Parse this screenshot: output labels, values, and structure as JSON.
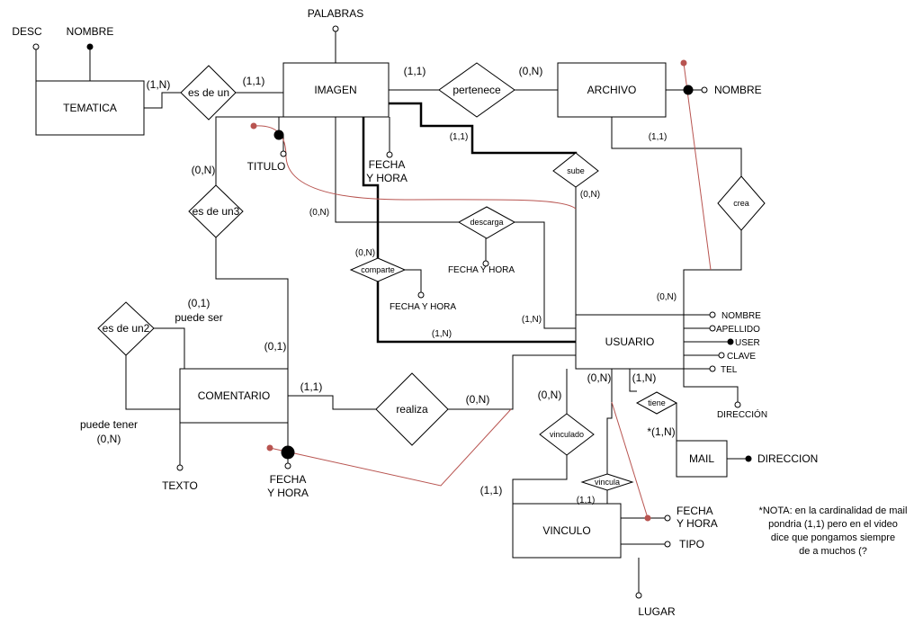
{
  "entities": {
    "tematica": "TEMATICA",
    "imagen": "IMAGEN",
    "archivo": "ARCHIVO",
    "usuario": "USUARIO",
    "comentario": "COMENTARIO",
    "mail": "MAIL",
    "vinculo": "VINCULO"
  },
  "relationships": {
    "es_de_un": "es de un",
    "pertenece": "pertenece",
    "sube": "sube",
    "crea": "crea",
    "es_de_un3": "es de un3",
    "descarga": "descarga",
    "comparte": "comparte",
    "es_de_un2": "es de un2",
    "realiza": "realiza",
    "tiene": "tiene",
    "vinculado": "vinculado",
    "vincula": "vincula"
  },
  "attributes": {
    "desc": "DESC",
    "nombre_tematica": "NOMBRE",
    "palabras": "PALABRAS",
    "titulo": "TITULO",
    "fecha_hora_imagen": [
      "FECHA",
      "Y HORA"
    ],
    "nombre_archivo": "NOMBRE",
    "fecha_hora_descarga": "FECHA Y HORA",
    "fecha_hora_comparte": "FECHA Y HORA",
    "usuario_nombre": "NOMBRE",
    "usuario_apellido": "APELLIDO",
    "usuario_user": "USER",
    "usuario_clave": "CLAVE",
    "usuario_tel": "TEL",
    "usuario_direccion": "DIRECCIÓN",
    "mail_direccion": "DIRECCION",
    "texto": "TEXTO",
    "fecha_hora_comentario": [
      "FECHA",
      "Y HORA"
    ],
    "fecha_hora_vinculo": [
      "FECHA",
      "Y HORA"
    ],
    "tipo": "TIPO",
    "lugar": "LUGAR"
  },
  "cardinalities": {
    "tematica_es_de_un": "(1,N)",
    "imagen_es_de_un": "(1,1)",
    "imagen_pertenece": "(1,1)",
    "archivo_pertenece": "(0,N)",
    "imagen_sube": "(1,1)",
    "usuario_sube": "(0,N)",
    "archivo_crea": "(1,1)",
    "usuario_crea": "(0,N)",
    "imagen_es_de_un3": "(0,N)",
    "imagen_descarga": "(0,N)",
    "imagen_comparte": "(0,N)",
    "usuario_descarga": "(1,N)",
    "usuario_comparte": "(1,N)",
    "comentario_es_de_un3": "(0,1)",
    "comentario_es_de_un3_note": "puede ser",
    "comentario_upper": "(0,1)",
    "comentario_es_de_un2_note": "puede tener",
    "comentario_es_de_un2": "(0,N)",
    "comentario_realiza": "(1,1)",
    "usuario_realiza": "(0,N)",
    "usuario_vinculado": "(0,N)",
    "usuario_vincula": "(0,N)",
    "usuario_tiene": "(1,N)",
    "mail_tiene": "*(1,N)",
    "vinculo_vinculado": "(1,1)",
    "vinculo_vincula": "(1,1)"
  },
  "note": [
    "*NOTA: en la cardinalidad de mail",
    "pondria (1,1) pero en el video",
    "dice que pongamos siempre",
    "de a muchos (?"
  ],
  "colors": {
    "stroke": "#000000",
    "annotation": "#b85450",
    "background": "#ffffff"
  }
}
